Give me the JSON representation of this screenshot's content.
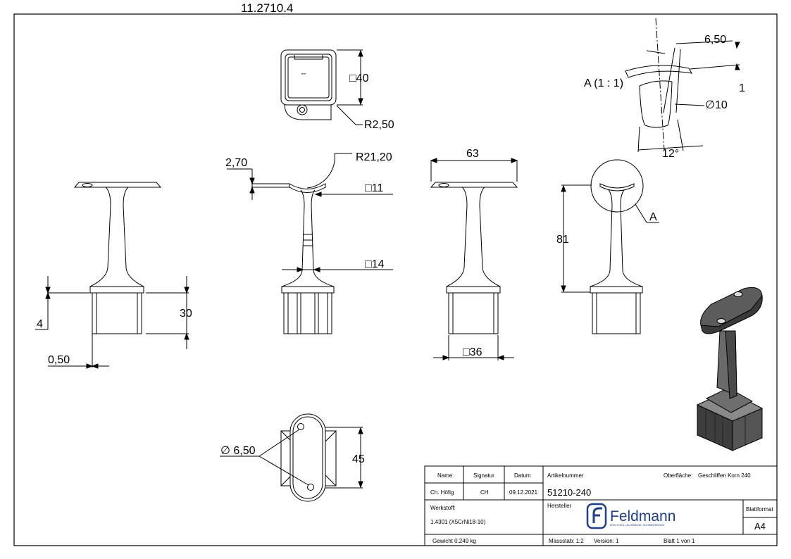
{
  "drawing": {
    "number": "11.2710.4"
  },
  "dimensions": {
    "top_square": "□40",
    "top_radius": "R2,50",
    "detail_label": "A (1 : 1)",
    "detail_width": "6,50",
    "detail_thickness": "1",
    "detail_diameter": "∅10",
    "detail_angle": "12°",
    "saddle_thickness": "2,70",
    "saddle_radius": "R21,20",
    "stem_top": "□11",
    "stem_bottom": "□14",
    "plate_width": "63",
    "base_square": "□36",
    "height": "81",
    "detail_ref": "A",
    "base_step": "4",
    "base_height": "30",
    "wall_offset": "0,50",
    "hole_diameter": "∅ 6,50",
    "plate_length": "45"
  },
  "title_block": {
    "headers": {
      "name": "Name",
      "signature": "Signatur",
      "date": "Datum",
      "article_label": "Artikelnummer",
      "surface_label": "Oberfläche:",
      "material_label": "Werkstoff:",
      "manufacturer_label": "Hersteller",
      "format_label": "Blattformat"
    },
    "name": "Ch. Höfig",
    "signature": "CH",
    "date": "09.12.2021",
    "article_number": "51210-240",
    "surface": "Geschliffen Korn 240",
    "material": "1.4301 (X5CrNi18-10)",
    "weight": "Gewicht 0.249 kg",
    "scale": "Massstab: 1:2",
    "version": "Version: 1",
    "sheet": "Blatt 1 von 1",
    "format": "A4",
    "brand": "Feldmann",
    "brand_tagline": "EDELSTAHL • ALUMINIUM • SCHMIEDEEISEN",
    "brand_color": "#1f3f8a"
  }
}
